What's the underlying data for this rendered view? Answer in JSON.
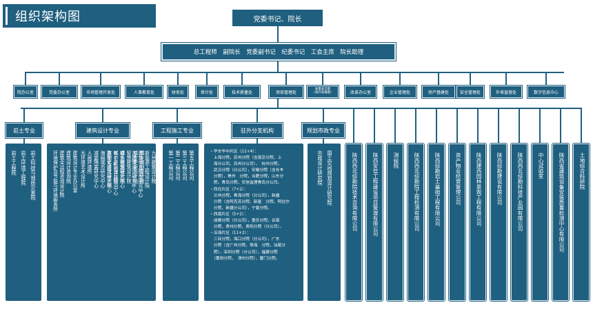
{
  "title": "组织架构图",
  "top": "党委书记、院长",
  "leadership": "总工程师　副院长　党委副书记　纪委书记　工会主席　院长助理",
  "departments": [
    "院办公室",
    "党委办公室",
    "市场管理开发处",
    "人事教育处",
    "财务处",
    "审计处",
    "技术质量处",
    "项目管理处",
    "质量安全部（海外发展部）",
    "改革办公室",
    "企业管理处",
    "房产基建处",
    "安全管理处",
    "外埠直营处",
    "数字信息中心"
  ],
  "sections": [
    "岩土专业",
    "建筑设计专业",
    "工程施工专业",
    "驻外分支机构",
    "规划市政专业"
  ],
  "geotech": [
    "岩土工程院",
    "岩土环境工程院",
    "岩土科技与地质灾害院"
  ],
  "architecture": {
    "c1": [
      "建筑设计专业办公室",
      "建筑设计咨询院",
      "建筑全过程咨询设计院",
      "环境保护及节能与环境服务所"
    ],
    "c2": [
      "城乡规划设计院",
      "城市更新设计院",
      "装配式建筑设计院",
      "海绵城市研究中心",
      "减震隔震研究中心",
      "人居环境所",
      "光环境艺术设计所"
    ],
    "c3": [
      "城乡规划设计院",
      "城市更新设计院",
      "智慧建筑设计院",
      "绿色建筑研究中心",
      "BIM设计研究中心",
      "数字化设计研究中心"
    ],
    "c4": [
      "园林景观设计院",
      "九州建筑设计院",
      "新能源工程设计院",
      "建筑信息模型研究中心",
      "古建筑设计研究中心"
    ]
  },
  "construction": [
    "第一工程公司",
    "第二工程公司",
    "第三工程公司",
    "第五工程公司"
  ],
  "branches": [
    "・华东华中片区（11+4）：",
    "　上海分院，苏州分院（含南京分院、上",
    "　海分公司、苏州分公司），　杭州分院，",
    "　武汉分院（分公司），安徽分院（含长丰",
    "　分院），焦作　分院，合肥分院，山东分",
    "　院，青岛分院，安信监理青岛分公司。",
    "・西北片区（7+2）：",
    "　兰州分院，青海分院（分公司），新疆",
    "　分院（含阿克苏分院、新星　分院、阿拉尔",
    "　分院、新疆分公司），宁夏分院。",
    "・西南片区（5+2）：",
    "　成都分院（分公司），重庆分院，云南",
    "　分院，贵州分院，贵阳分院（分公司）。",
    "・沿海片区（11+2）：",
    "　三亚分院，海口分院（分公司），广东",
    "　分院（含广州分院，珠海　分院，汕尾分",
    "　院），深圳分院（分公司），福建分院",
    "　（莆田分院，　漳州分院），厦门分院。"
  ],
  "planning": [
    "市政设计研究院",
    "国土空间规划设计研究院"
  ],
  "companies": [
    "陕西西北综勘院技术咨询有限公司",
    "陕西安信工程建设项目管理有限公司",
    "测绘院",
    "陕西西北综勘院工程检测有限公司",
    "陕西综勘岩土基础工程有限公司",
    "资产物业经营管理公司",
    "陕西建西园林景观工程有限公司",
    "陕西综勘建设有限公司",
    "陕西西北综勘科技产业园有限公司",
    "中心试验室",
    "陕西省建筑设备安装质量检测中心有限公司",
    "土地综合科研院"
  ]
}
